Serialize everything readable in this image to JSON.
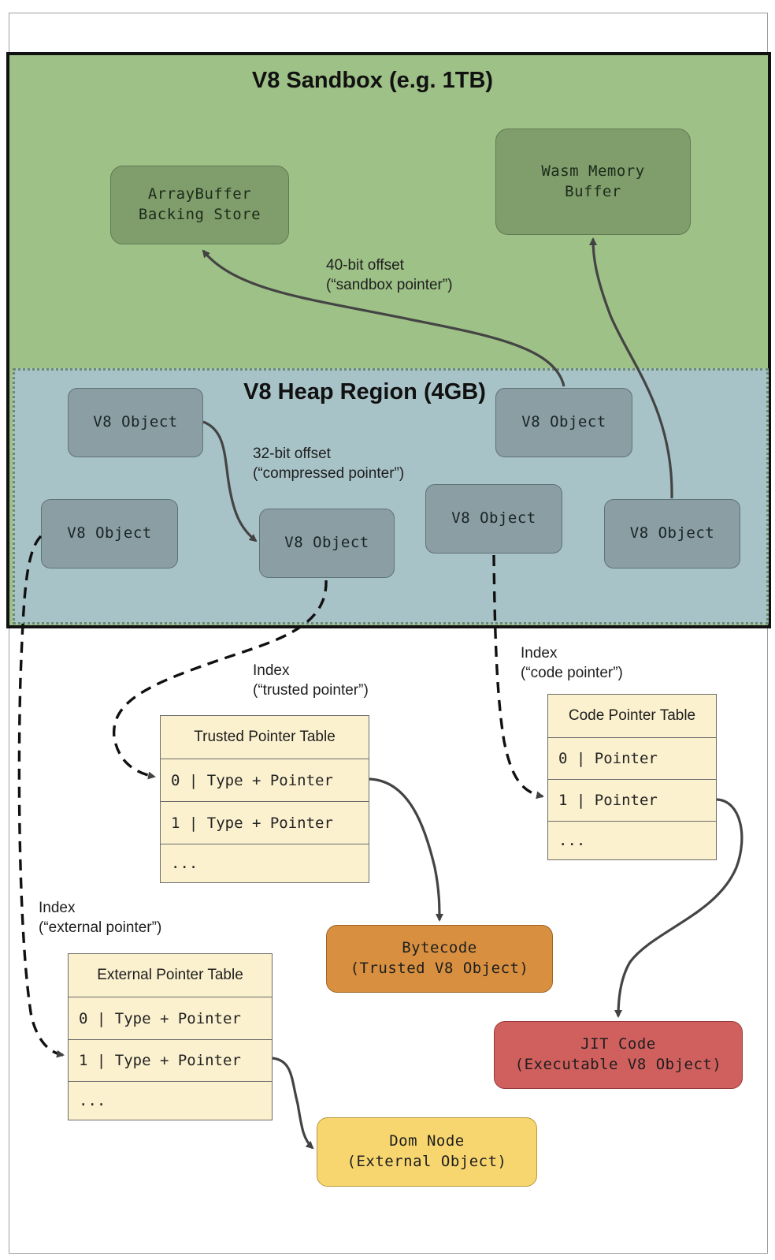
{
  "regions": {
    "sandbox_title": "V8 Sandbox (e.g. 1TB)",
    "heap_title": "V8 Heap Region (4GB)"
  },
  "sandbox_boxes": {
    "arraybuffer": "ArrayBuffer\nBacking Store",
    "wasm": "Wasm Memory\nBuffer"
  },
  "v8_object_label": "V8 Object",
  "edge_labels": {
    "sandbox_pointer": "40-bit offset\n(“sandbox pointer”)",
    "compressed_pointer": "32-bit offset\n(“compressed pointer”)",
    "trusted_pointer": "Index\n(“trusted pointer”)",
    "code_pointer": "Index\n(“code pointer”)",
    "external_pointer": "Index\n(“external pointer”)"
  },
  "tables": {
    "trusted": {
      "title": "Trusted Pointer Table",
      "rows": [
        "0 | Type + Pointer",
        "1 | Type + Pointer",
        "..."
      ]
    },
    "code": {
      "title": "Code Pointer Table",
      "rows": [
        "0 | Pointer",
        "1 | Pointer",
        "..."
      ]
    },
    "external": {
      "title": "External Pointer Table",
      "rows": [
        "0 | Type + Pointer",
        "1 | Type + Pointer",
        "..."
      ]
    }
  },
  "targets": {
    "bytecode": "Bytecode\n(Trusted V8 Object)",
    "jit_code": "JIT Code\n(Executable V8 Object)",
    "dom_node": "Dom Node\n(External Object)"
  },
  "colors": {
    "sandbox": "#9ec187",
    "heap": "#a8c3c8",
    "table": "#fcf1cf",
    "bytecode": "#d89040",
    "jit_code": "#d0605e",
    "dom_node": "#f7d670"
  }
}
